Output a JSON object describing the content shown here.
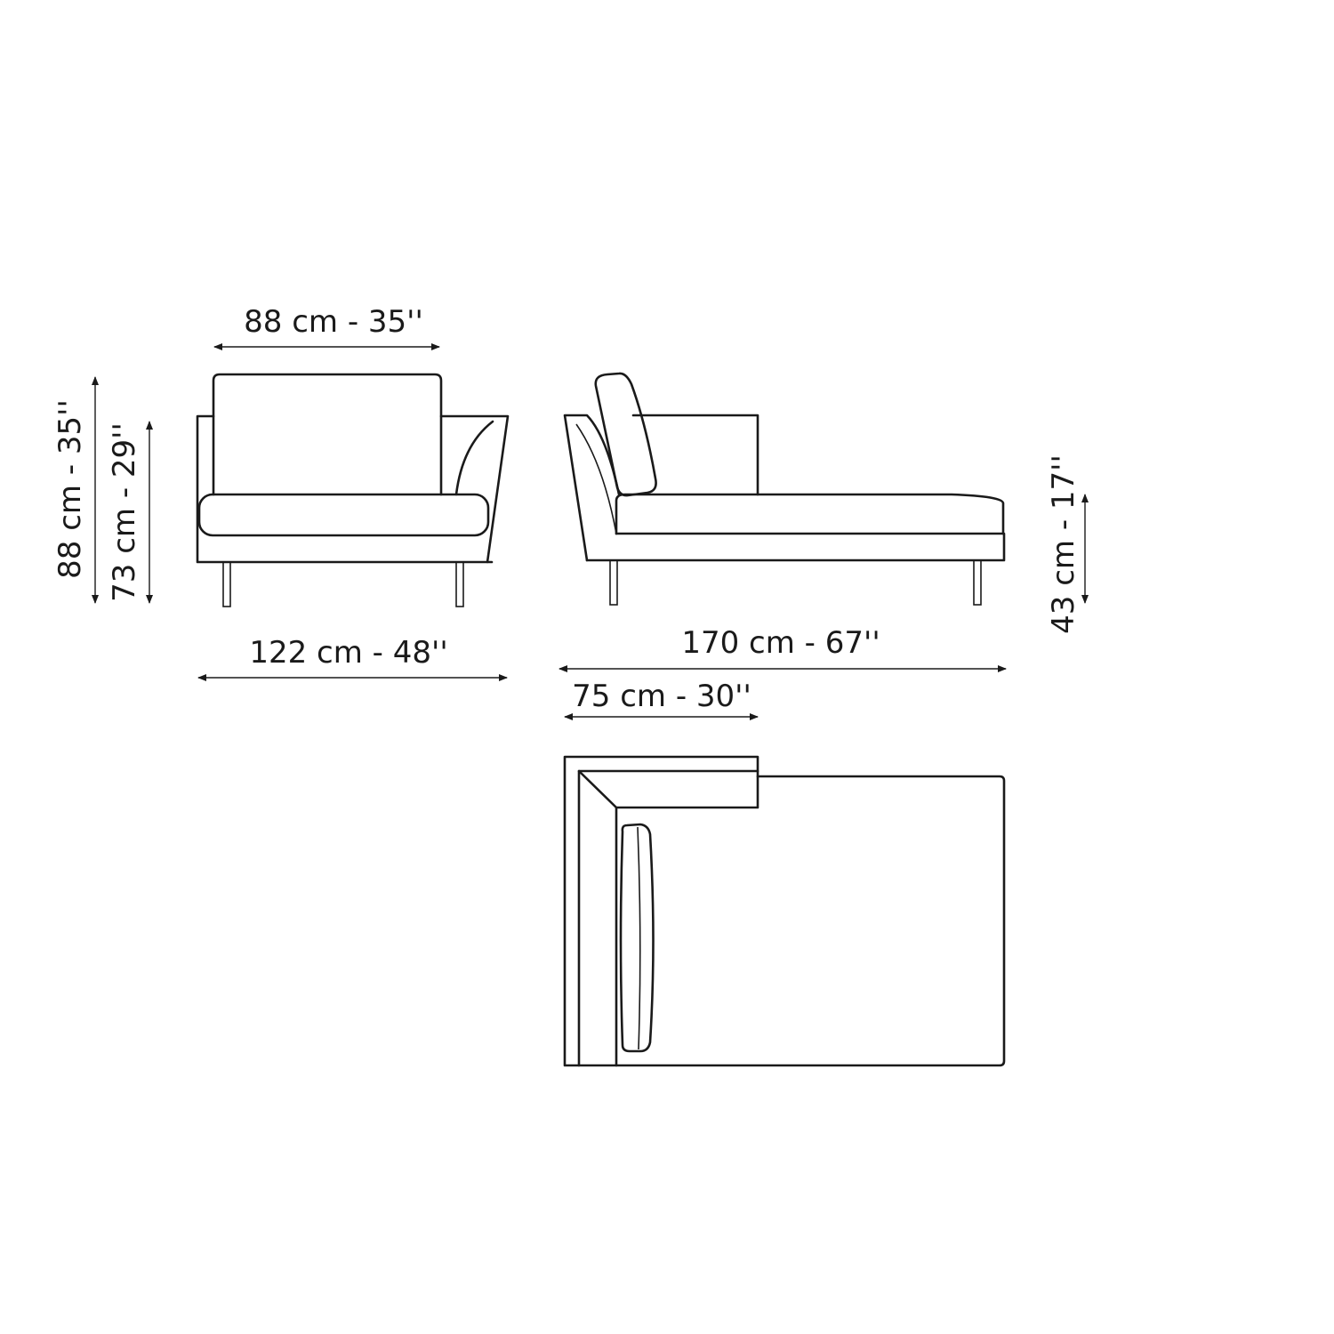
{
  "dimensions": {
    "front_back_width": "88 cm - 35''",
    "front_total_width": "122 cm - 48''",
    "total_height": "88 cm - 35''",
    "arm_height": "73 cm - 29''",
    "side_length": "170 cm - 67''",
    "seat_height": "43 cm - 17''",
    "top_arm_depth": "75 cm - 30''"
  },
  "views": [
    "front-view",
    "side-view",
    "top-view"
  ],
  "line_color": "#1a1a1a",
  "background_color": "#ffffff"
}
